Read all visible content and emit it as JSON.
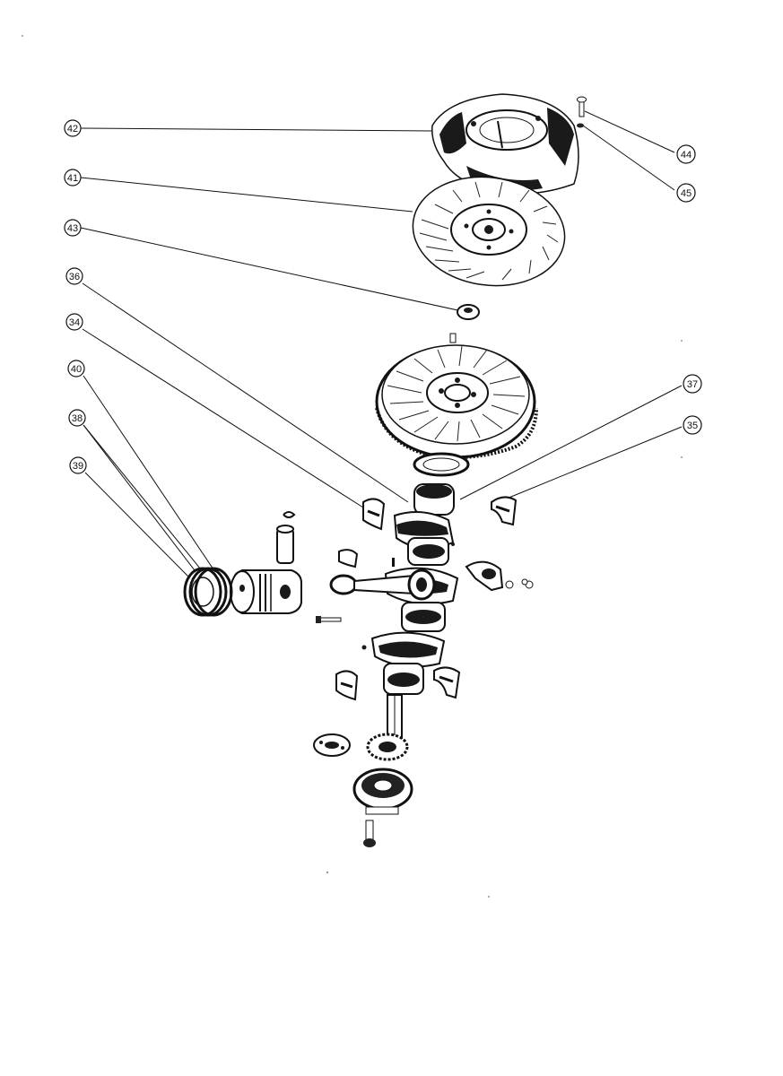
{
  "diagram": {
    "callouts": [
      {
        "id": "c42",
        "label": "42"
      },
      {
        "id": "c41",
        "label": "41"
      },
      {
        "id": "c43",
        "label": "43"
      },
      {
        "id": "c36",
        "label": "36"
      },
      {
        "id": "c34",
        "label": "34"
      },
      {
        "id": "c40",
        "label": "40"
      },
      {
        "id": "c38",
        "label": "38"
      },
      {
        "id": "c39",
        "label": "39"
      },
      {
        "id": "c44",
        "label": "44"
      },
      {
        "id": "c45",
        "label": "45"
      },
      {
        "id": "c37",
        "label": "37"
      },
      {
        "id": "c35",
        "label": "35"
      }
    ]
  }
}
